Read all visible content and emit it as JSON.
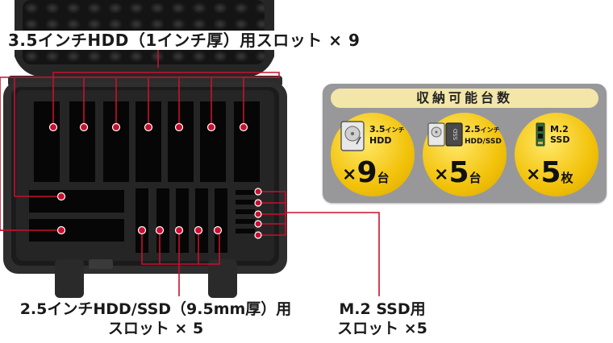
{
  "callouts": {
    "top": "3.5インチHDD（1インチ厚）用スロット × 9",
    "hdd25_line1": "2.5インチHDD/SSD（9.5mm厚）用",
    "hdd25_line2": "スロット × 5",
    "m2_line1": "M.2 SSD用",
    "m2_line2": "スロット ×5"
  },
  "capacity_panel": {
    "title": "収納可能台数",
    "items": [
      {
        "title_main": "3.5",
        "title_sub": "インチ",
        "title_line2": "HDD",
        "icon": "hdd-3-5-icon",
        "count": "9",
        "unit": "台"
      },
      {
        "title_main": "2.5",
        "title_sub": "インチ",
        "title_line2": "HDD/SSD",
        "icon": "hdd-ssd-2-5-icon",
        "count": "5",
        "unit": "台"
      },
      {
        "title_main": "M.2",
        "title_sub": "",
        "title_line2": "SSD",
        "icon": "m2-ssd-icon",
        "count": "5",
        "unit": "枚"
      }
    ],
    "times_symbol": "×"
  },
  "colors": {
    "callout_line": "#c8102e",
    "panel_bg": "#98989a",
    "panel_title_bg": "#f2e6a8",
    "circle_yellow": "#f2c20a",
    "case_black": "#1d1d1d"
  }
}
